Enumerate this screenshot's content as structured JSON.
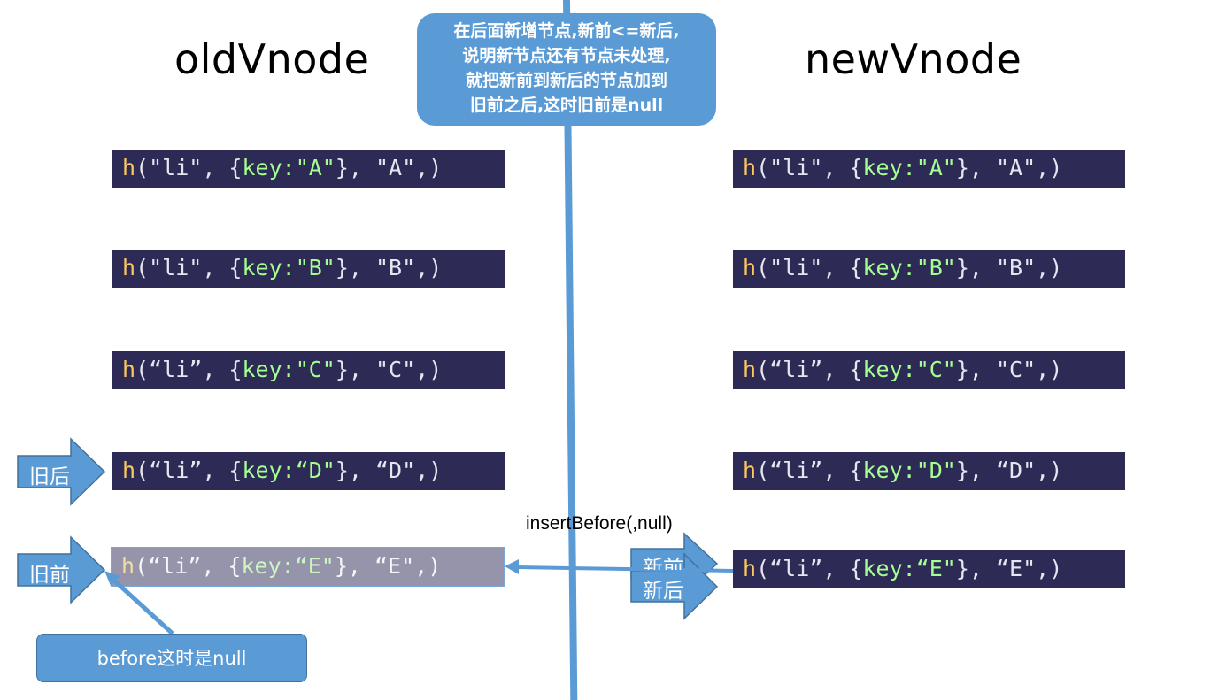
{
  "titles": {
    "old": "oldVnode",
    "new": "newVnode"
  },
  "note": {
    "lines": [
      "在后面新增节点,新前<=新后,",
      "说明新节点还有节点未处理,",
      "就把新前到新后的节点加到",
      "旧前之后,这时旧前是null"
    ]
  },
  "old_nodes": [
    {
      "open": "(\"li\", {",
      "key": "key:\"A\"",
      "close": "}, \"A\",)"
    },
    {
      "open": "(\"li\", {",
      "key": "key:\"B\"",
      "close": "}, \"B\",)"
    },
    {
      "open": "(“li”, {",
      "key": "key:\"C\"",
      "close": "}, \"C\",)"
    },
    {
      "open": "(“li”, {",
      "key": "key:“D\"",
      "close": "}, “D\",)"
    },
    {
      "open": "(“li”, {",
      "key": "key:“E\"",
      "close": "}, “E\",)"
    }
  ],
  "new_nodes": [
    {
      "open": "(\"li\", {",
      "key": "key:\"A\"",
      "close": "}, \"A\",)"
    },
    {
      "open": "(\"li\", {",
      "key": "key:\"B\"",
      "close": "}, \"B\",)"
    },
    {
      "open": "(“li”, {",
      "key": "key:\"C\"",
      "close": "}, \"C\",)"
    },
    {
      "open": "(“li”, {",
      "key": "key:\"D\"",
      "close": "}, “D\",)"
    },
    {
      "open": "(“li”, {",
      "key": "key:“E\"",
      "close": "}, “E\",)"
    }
  ],
  "fn_name": "h",
  "pointers": {
    "old_end": "旧后",
    "old_start": "旧前",
    "new_start": "新前",
    "new_end": "新后"
  },
  "insert_label": "insertBefore(,null)",
  "callout": "before这时是null",
  "colors": {
    "code_bg": "#2d2b55",
    "code_dim_bg": "#9594aa",
    "accent": "#5b9bd5",
    "fn_color": "#fac761",
    "key_color": "#a5ff90"
  }
}
